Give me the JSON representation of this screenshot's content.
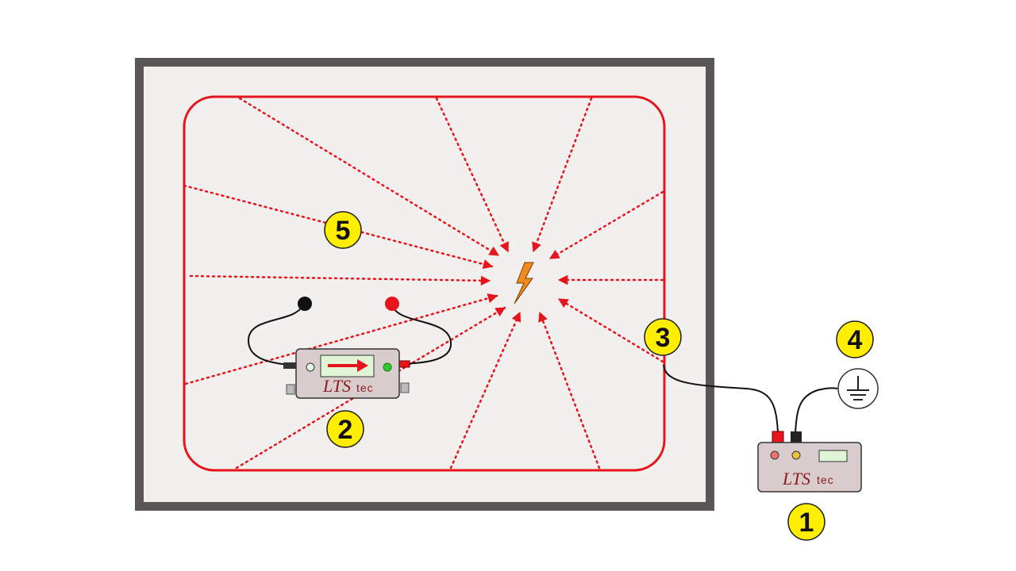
{
  "callouts": [
    {
      "id": "1",
      "label": "1"
    },
    {
      "id": "2",
      "label": "2"
    },
    {
      "id": "3",
      "label": "3"
    },
    {
      "id": "4",
      "label": "4"
    },
    {
      "id": "5",
      "label": "5"
    }
  ],
  "devices": {
    "mobile_unit": {
      "logo_main": "LTS",
      "logo_sub": "tec"
    },
    "base_unit": {
      "logo_main": "LTS",
      "logo_sub": "tec"
    }
  },
  "icons": {
    "leak": "lightning-bolt-icon",
    "ground": "ground-symbol-icon",
    "arrow": "right-arrow-icon"
  },
  "colors": {
    "frame": "#5a5655",
    "membrane": "#f1f0ef",
    "boundary_wire": "#e8141b",
    "field_lines": "#e8141b",
    "device_body": "#d9cccc",
    "callout_fill": "#ffee00",
    "spark": "#f08a1c",
    "led_green": "#2ecc2e",
    "led_red": "#f07070",
    "led_yellow": "#f0c040",
    "display": "#dff5d6"
  }
}
